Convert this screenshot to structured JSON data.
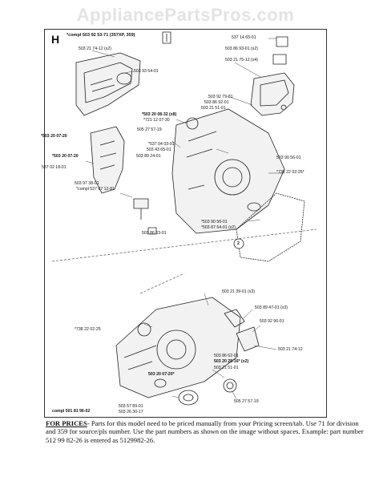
{
  "watermark": "AppliancePartsPros.com",
  "section": {
    "letter": "H",
    "header_note": "*compl 503 92 53-71 (357XP, 359)"
  },
  "labels": {
    "l01": "537 14 65-01",
    "l02": "503 21 74-12 (x2)",
    "l03": "503 86 93-01 (x2)",
    "l04": "503 21 75-12 (x4)",
    "l05": "503 93 54-01",
    "l06": "503 92 79-81",
    "l07": "503 86 92-01",
    "l08": "503 21 51-01",
    "l09": "*503 20 08-32 (x8)",
    "l10": "*721 12 07-30",
    "l11": "505 27 57-19",
    "l12": "*503 20 07-20",
    "l13": "*537 04 03-01",
    "l14": "503 43 65-01",
    "l15": "503 89 24-01",
    "l16": "*503 20 07-20",
    "l17": "537 02 18-01",
    "l18": "503 90 56-01",
    "l19": "*738 22 02-25*",
    "l20": "503 97 38-01",
    "l21": "*compl 537 07 12-81",
    "l22": "*503 90 56-01",
    "l23": "*503 87 54-01 (x2)",
    "l24": "503 86 63-01",
    "l25": "2",
    "l26": "503 21 39-01 (x3)",
    "l27": "503 89 47-01 (x3)",
    "l28": "503 92 90-01",
    "l29": "*738 22 02-25",
    "l30": "503 21 74-12",
    "l31": "503 86 62-01",
    "l32": "503 20 25-16* (x2)",
    "l33": "503 21 51-01",
    "l34": "503 20 07-20*",
    "l35": "505 27 57-19",
    "l36": "503 57 89-01",
    "l37": "compl 501 81 96-02",
    "l38": "503 26 30-17"
  },
  "footer": {
    "heading": "FOR PRICES",
    "text": "- Parts for this model need to be priced manually from your Pricing screen/tab. Use 71 for division and 359 for source/pls number.  Use the part numbers as shown on the image without spaces. Example: part number 512 99 82-26 is entered as 5129982-26."
  }
}
